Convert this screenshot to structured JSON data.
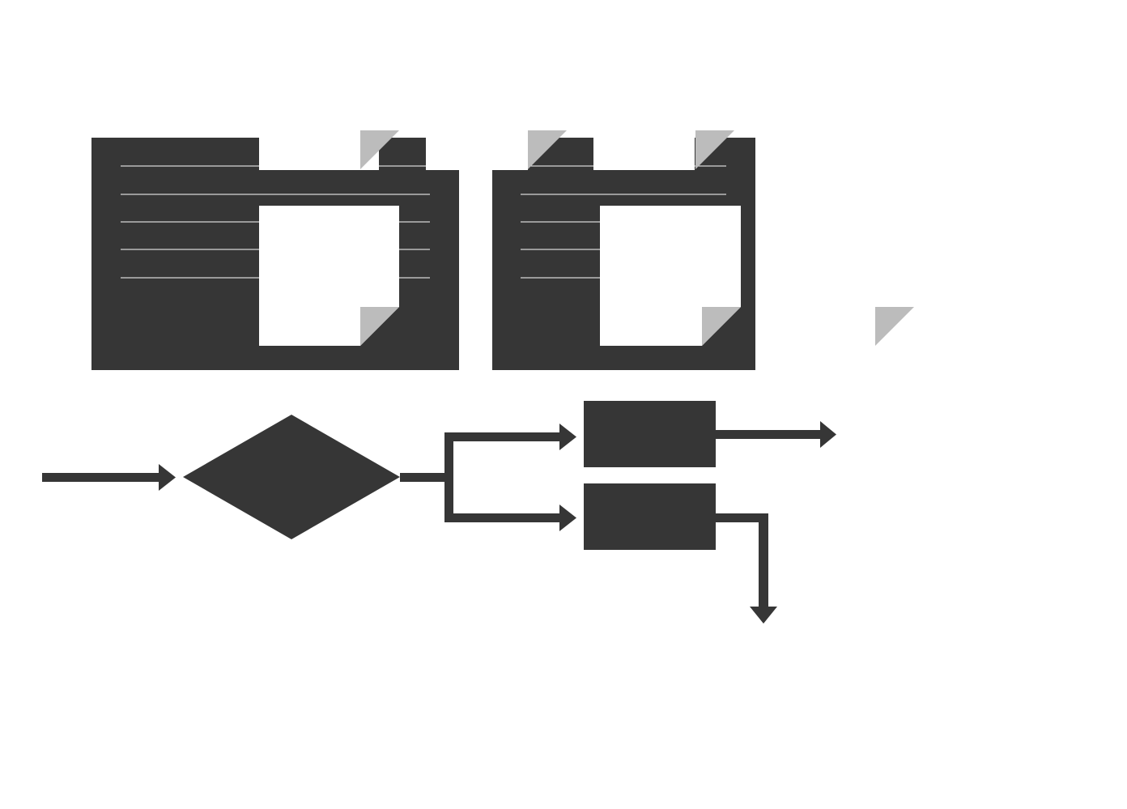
{
  "colors": {
    "background": "#ffffff",
    "shape_fill": "#363636",
    "page_fold": "#bcbcbc",
    "text_lines": "#ffffff"
  },
  "diagram": {
    "groups": [
      {
        "id": "document-stack-left",
        "icon": "document-stack-icon"
      },
      {
        "id": "document-stack-right",
        "icon": "document-stack-icon"
      },
      {
        "id": "loose-page-corner",
        "icon": "page-corner-icon"
      }
    ],
    "flow": {
      "nodes": [
        {
          "id": "decision",
          "shape": "diamond"
        },
        {
          "id": "process-top",
          "shape": "rectangle"
        },
        {
          "id": "process-bottom",
          "shape": "rectangle"
        }
      ],
      "edges": [
        {
          "from": "input",
          "to": "decision"
        },
        {
          "from": "decision",
          "to": "process-top"
        },
        {
          "from": "decision",
          "to": "process-bottom"
        },
        {
          "from": "process-top",
          "to": "output-right"
        },
        {
          "from": "process-bottom",
          "to": "output-down"
        }
      ]
    }
  }
}
